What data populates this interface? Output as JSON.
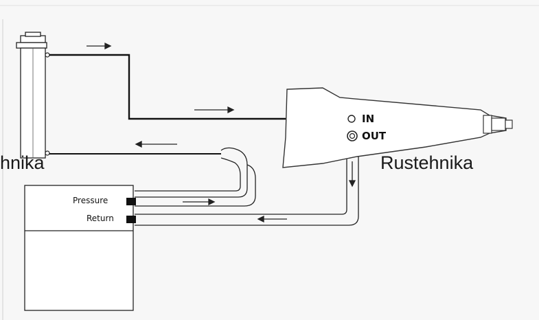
{
  "diagram": {
    "port_in_label": "IN",
    "port_out_label": "OUT",
    "pump_pressure_label": "Pressure",
    "pump_return_label": "Return"
  },
  "watermarks": {
    "left": "hnika",
    "right": "Rustehnika"
  }
}
